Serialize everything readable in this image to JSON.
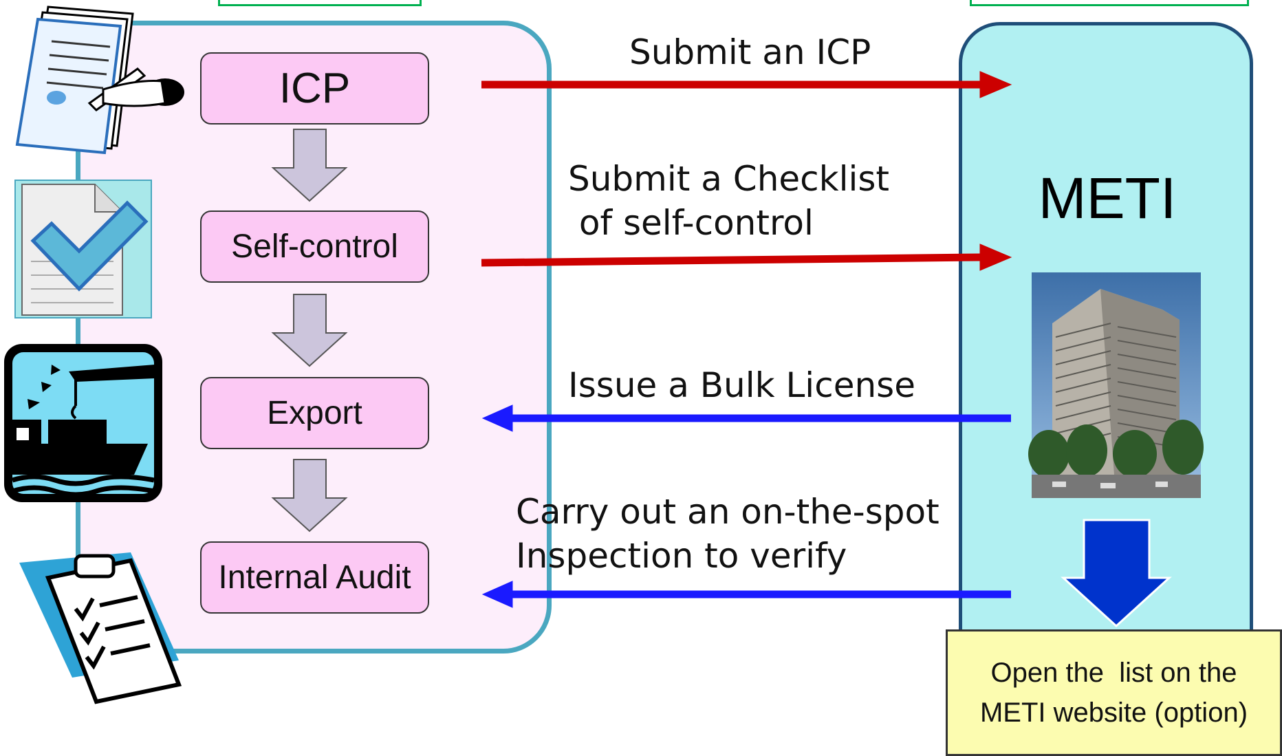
{
  "diagram": {
    "steps": [
      {
        "label": "ICP"
      },
      {
        "label": "Self-control"
      },
      {
        "label": "Export"
      },
      {
        "label": "Internal Audit"
      }
    ],
    "arrows": [
      {
        "label": "Submit an ICP",
        "direction": "to-authority",
        "color": "#cc0000"
      },
      {
        "label": "Submit a Checklist\n of self-control",
        "direction": "to-authority",
        "color": "#cc0000"
      },
      {
        "label": "Issue a Bulk License",
        "direction": "to-exporter",
        "color": "#1a1aff"
      },
      {
        "label": "Carry out an on-the-spot\nInspection to verify",
        "direction": "to-exporter",
        "color": "#1a1aff"
      }
    ],
    "authority": {
      "name": "METI"
    },
    "note": "Open the  list on the\nMETI website (option)",
    "icons": [
      "document-signing-icon",
      "checklist-document-icon",
      "cargo-ship-crane-icon",
      "clipboard-checklist-icon",
      "meti-building-photo",
      "down-arrow-icon"
    ],
    "colors": {
      "exporter_panel": "#fdeefb",
      "exporter_border": "#4aa7c0",
      "step_fill": "#fcc9f4",
      "meti_panel": "#b1f0f2",
      "note_fill": "#fcfcb0"
    }
  }
}
